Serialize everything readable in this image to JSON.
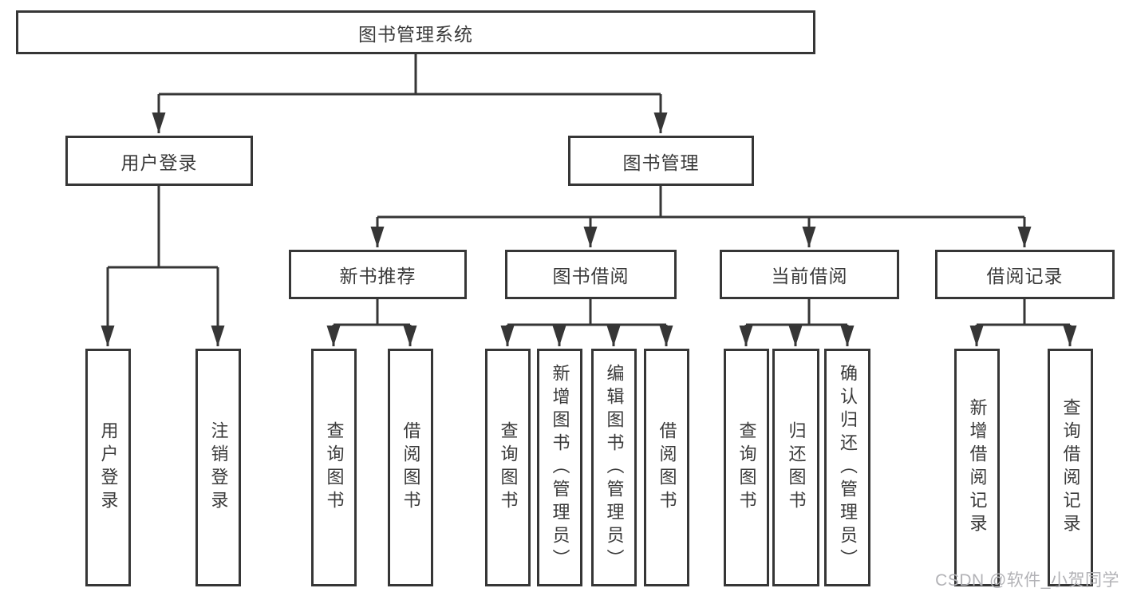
{
  "tree": {
    "root": "图书管理系统",
    "branches": [
      {
        "label": "用户登录",
        "children": [
          "用户登录",
          "注销登录"
        ]
      },
      {
        "label": "图书管理",
        "children": [
          {
            "label": "新书推荐",
            "children": [
              "查询图书",
              "借阅图书"
            ]
          },
          {
            "label": "图书借阅",
            "children": [
              "查询图书",
              "新增图书（管理员）",
              "编辑图书（管理员）",
              "借阅图书"
            ]
          },
          {
            "label": "当前借阅",
            "children": [
              "查询图书",
              "归还图书",
              "确认归还（管理员）"
            ]
          },
          {
            "label": "借阅记录",
            "children": [
              "新增借阅记录",
              "查询借阅记录"
            ]
          }
        ]
      }
    ]
  },
  "watermark": {
    "text": "CSDN @软件_小贺同学"
  },
  "colors": {
    "line": "#363636",
    "text": "#3a3a3a",
    "watermark": "#b2b2b6",
    "background": "#ffffff"
  }
}
